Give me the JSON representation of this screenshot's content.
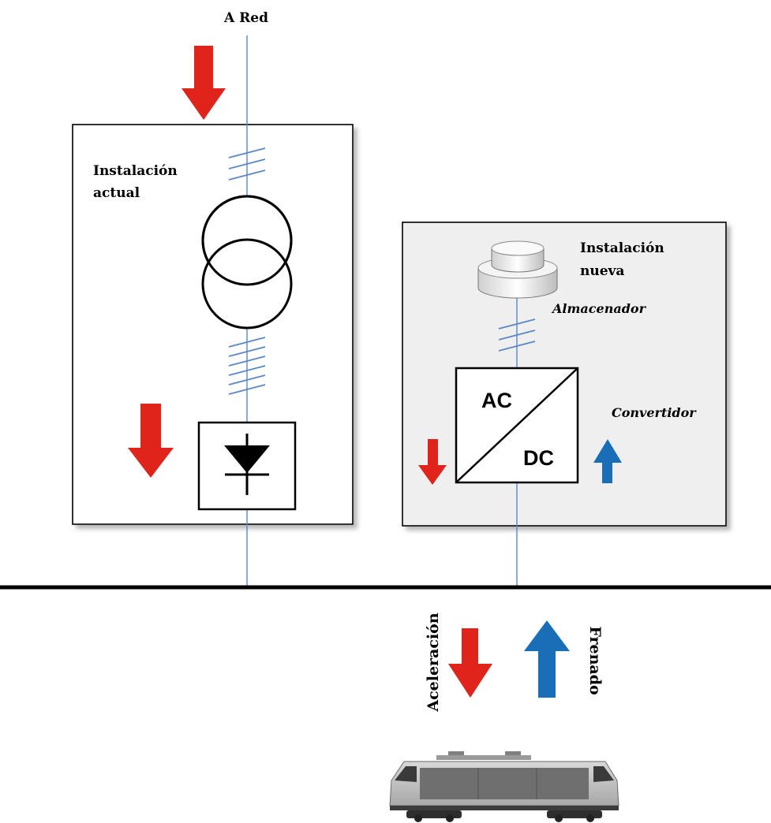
{
  "labels": {
    "grid": "A  Red",
    "existing_installation": [
      "Instalación",
      "actual"
    ],
    "new_installation": [
      "Instalación",
      "nueva"
    ],
    "storage": "Almacenador",
    "converter": "Convertidor",
    "converter_ac": "AC",
    "converter_dc": "DC",
    "acceleration": "Aceleración",
    "braking": "Frenado"
  },
  "colors": {
    "arrow_red": "#e0231b",
    "arrow_blue": "#1a6eb8",
    "wire_blue": "#5b87c5",
    "new_box_fill": "#efefef",
    "line_black": "#000000"
  },
  "icons": {
    "transformer": "transformer-symbol",
    "rectifier": "diode-symbol",
    "storage": "storage-cylinder",
    "train": "electric-locomotive"
  }
}
